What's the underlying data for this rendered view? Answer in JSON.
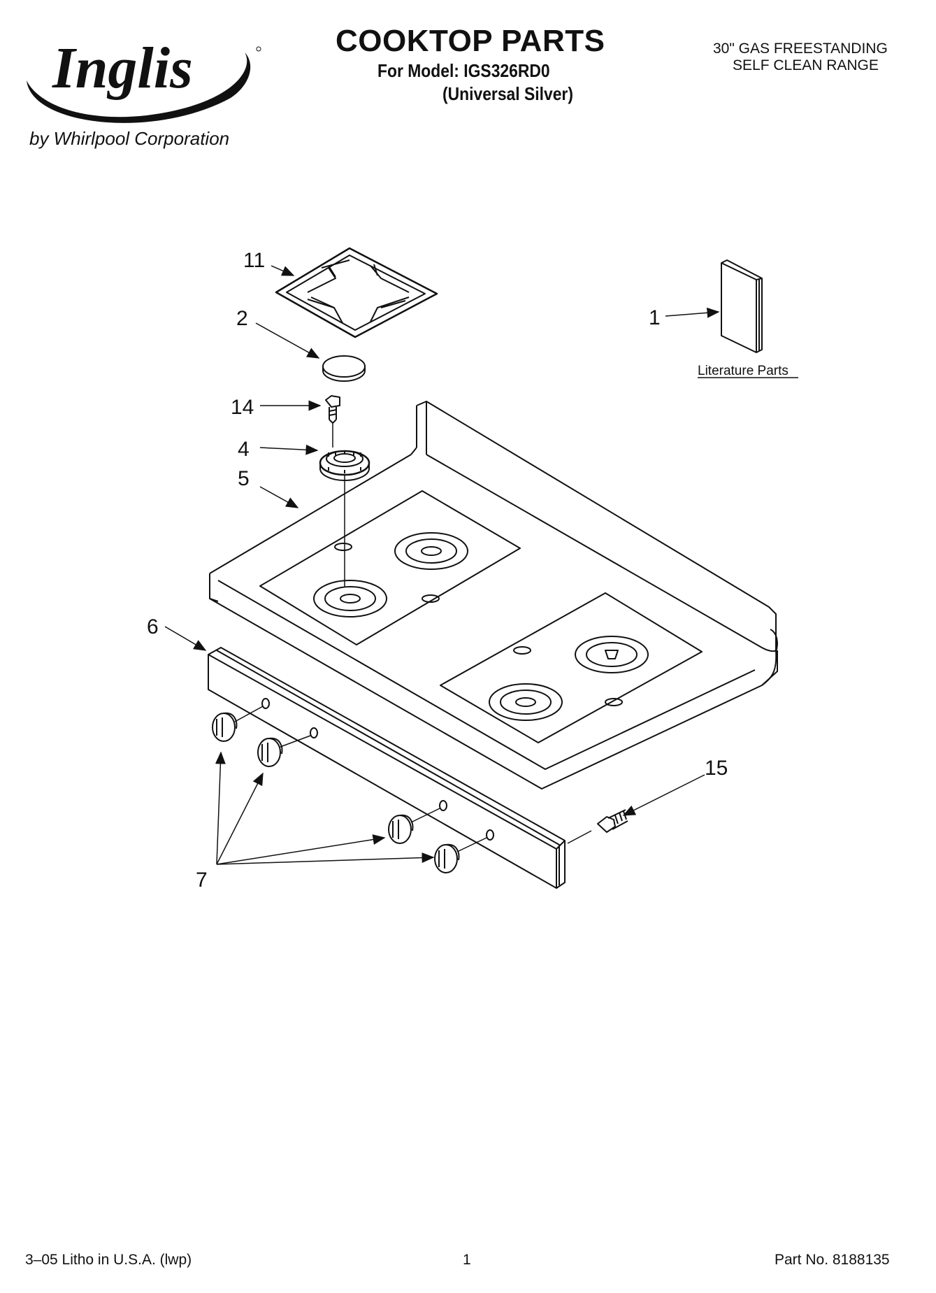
{
  "brand": {
    "logo_text": "Inglis",
    "tagline": "by Whirlpool Corporation"
  },
  "header": {
    "title": "COOKTOP PARTS",
    "model_line": "For Model: IGS326RD0",
    "variant_line": "(Universal Silver)",
    "product_line1": "30\" GAS FREESTANDING",
    "product_line2": "SELF CLEAN RANGE"
  },
  "diagram": {
    "callouts": {
      "c11": "11",
      "c2": "2",
      "c14": "14",
      "c4": "4",
      "c5": "5",
      "c6": "6",
      "c7": "7",
      "c1": "1",
      "c15": "15"
    },
    "literature_label": "Literature Parts"
  },
  "footer": {
    "left": "3–05 Litho in U.S.A. (lwp)",
    "center": "1",
    "right": "Part No. 8188135"
  }
}
